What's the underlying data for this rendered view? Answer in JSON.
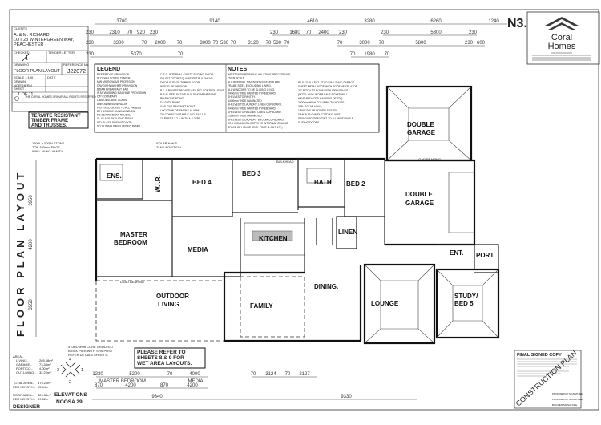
{
  "sheet_code": "N3.",
  "side_title": "FLOOR PLAN LAYOUT",
  "title_block": {
    "clients_label": "CLIENTS",
    "client_name": "A. & M. RICHARD",
    "address_line1": "LOT 23 WINTERGREEN WAY,",
    "address_line2": "PEACHESTER",
    "checked_label": "CHECKED",
    "tender_letter_label": "TENDER LETTER",
    "drawing_label": "DRAWING",
    "drawing_value": "FLOOR PLAN LAYOUT",
    "reference_label": "REFERENCE No.",
    "reference_value": "J22072",
    "scale": "SCALE 1:100",
    "drawn": "DRAWN",
    "date": "DATE",
    "region": "NORTHERN",
    "sheet_label": "SHEET",
    "sheet_value": "1 OF 11",
    "copyright": "THE CORAL HOMES GROUP ALL RIGHTS RESERVED"
  },
  "termite_notice": [
    "TERMITE RESISTANT",
    "TIMBER FRAME",
    "AND TRUSSES."
  ],
  "legend": {
    "title": "LEGEND",
    "items_left": [
      "REF  FRIDGE PROVISION",
      "W.O.  WALL OVEN TOWER",
      "MW  MICROWAVE PROVISION",
      "D/W  DISHWASHER PROVISION",
      "B/BAR  BREAKFAST BAR",
      "W.M.  WASHING MACHINE PROVISION",
      "C/P  CORNPAPY",
      "OBS  OBSCURE GLASS",
      "AWN  AWNING WINDOW",
      "F/G  FIXED GLASS TO ALL PANELS",
      "D/H  DOUBLE HUNG WINDOW",
      "PB  SET WINDOW REVEAL",
      "SL  GLASS SKYLIGHT PANEL",
      "S/D  GLASS SLIDING DOOR",
      "SD  SLIDING PANEL/ FIXED PANEL"
    ],
    "items_right": [
      "C.S.D.  INTERNAL CAVITY SLIDING DOOR",
      "SQ SET  DOOR SQUARE SET BULKHEAD",
      "DOOR  SIZE OF TIMBER DOOR",
      "W  SIZE OF WINDOW",
      "P.C.J.  PLASTERBOARD CEILING CONTROL JOINT",
      "R.B.M.  REFLECTIVE BUILDING MEMBRANE",
      "PH  PHONE POINT",
      "DA  DATA POINT",
      "GAS  GAS BAYONET POINT",
      "  LOCATION OF SMOKE ALARM",
      "  TO COMPLY WITH B.C.A CLASS 1 &",
      "  10 PART 3.7.2 & WITH A.S 3786"
    ]
  },
  "notes": {
    "title": "NOTES",
    "lines_left": [
      "WRITTEN DIMENSIONS WILL TAKE PRECEDENCE",
      "OVER SCALE.",
      "ALL INTERNAL DIMENSIONS STATED ARE",
      "FRAME SIZE - EXCLUDING LINING.",
      "ALL WINDOWS TO BE SLIDING U.N.O.",
      "4/450mm WIDE PAINTED PYNEBOARD",
      "SHELVES TO PANTRY.",
      "4/450mm WIDE LAMINATED",
      "SHELVES TO LAUNDRY LINEN CUPBOARD.",
      "4/450mm WIDE PAINTED PYNEBOARD",
      "SHELVES TO HALLWAY LINEN CUPBOARD.",
      "1/300mm WIDE LAMINATED",
      "SHELVES TO LAUNDRY BROOM CUPBOARD.",
      "R2.5 INSULATION BATTS TO INTERNAL CEILING",
      "SPACE OF HOUSE (EXC. PORT. & OUT. LIV.)"
    ],
    "lines_right": [
      "R1.5 TO ALL EXT. STUD WALLS INC GARAGE.",
      "SHEET METAL ROOF WITH ROOF VENTILATOR.",
      "22° PITCH TO ROOF WITH 500W EAVES",
      "(NOTE: ANY UNDER EAVE BOXES WILL",
      "HAVE REDUCED HANGING DEPTH).",
      "2000mm HIGH COLUMNS TO HOUSE.",
      "305L SOLAR H.W.S.",
      "1.5kW SOLAR POWER SYSTEM",
      "DAIKIN 10.0kW DUCTED A/C UNIT",
      "STANDARD GREY TINT TO ALL WINDOWS &",
      "SLIDING DOORS."
    ]
  },
  "rooms": {
    "ens": "ENS.",
    "wir": "W.I.R.",
    "bed4": "BED 4",
    "bed3": "BED 3",
    "bath": "BATH",
    "bed2": "BED 2",
    "garage_upper": [
      "DOUBLE",
      "GARAGE"
    ],
    "garage_lower": [
      "DOUBLE",
      "GARAGE"
    ],
    "master": [
      "MASTER",
      "BEDROOM"
    ],
    "media": "MEDIA",
    "kitchen": "KITCHEN",
    "linen": "LINEN",
    "ent": "ENT.",
    "port": "PORT.",
    "outdoor": [
      "OUTDOOR",
      "LIVING"
    ],
    "dining": "DINING.",
    "family": "FAMILY",
    "lounge": "LOUNGE",
    "study": [
      "STUDY/",
      "BED 5"
    ]
  },
  "annotations": {
    "vanity": [
      "1500L x 500W STONE",
      "TOP 150mm EDGE",
      "WALL HUNG VANITY"
    ],
    "solar_hws": [
      "SOLAR H.W.S.",
      "TANK POSITION"
    ],
    "pier": [
      "470x470mm CORE GROUTED",
      "BRICK PIER WITH SHS POST",
      "REFER DETAILS SHEET 6."
    ],
    "load_bearing": "LOAD BEARING",
    "bulkhead": "BULKHEAD"
  },
  "dimensions": {
    "row1": [
      "3760",
      "9140",
      "4610",
      "3280",
      "6260",
      "1240"
    ],
    "row2": [
      "230",
      "2310",
      "70",
      "920",
      "230",
      "230",
      "1680",
      "70",
      "2400",
      "230",
      "230",
      "5800",
      "230"
    ],
    "row3": [
      "230",
      "3300",
      "70",
      "2000",
      "70",
      "3000",
      "70",
      "530",
      "70",
      "3120",
      "70",
      "530",
      "70",
      "70",
      "3000",
      "70",
      "5800",
      "230",
      "600"
    ],
    "row4": [
      "230",
      "5370",
      "70",
      "70",
      "1980",
      "70"
    ],
    "left": [
      "3950",
      "4200",
      "3550"
    ],
    "bottom1": [
      "1230",
      "5200",
      "70",
      "4000",
      "70",
      "3124",
      "70",
      "2127"
    ],
    "bottom_labels": [
      "MASTER BEDROOM",
      "MEDIA"
    ],
    "bottom2": [
      "870",
      "4200",
      "870",
      "4200"
    ],
    "bottom3": [
      "9340",
      "9330"
    ]
  },
  "areas": {
    "title": "AREA:-",
    "rows": [
      {
        "label": "LIVING:-",
        "value": "265.68m²"
      },
      {
        "label": "GARAGE:-",
        "value": "73.34m²"
      },
      {
        "label": "PORTICO:-",
        "value": "4.00m²"
      },
      {
        "label": "OUT.LIVING:-",
        "value": "32.22m²"
      }
    ],
    "total_area": {
      "label": "TOTAL AREA:-",
      "value": "375.20m²"
    },
    "per_length": {
      "label": "PER LENGTH:-",
      "value": "95.44m"
    },
    "roof_area": {
      "label": "ROOF AREA:-",
      "value": "424.58m²"
    },
    "roof_per_length": {
      "label": "PER LENGTH:-",
      "value": "99.52m"
    }
  },
  "elevations": {
    "label": "ELEVATIONS",
    "model": "NOOSA 29",
    "markers": [
      "1",
      "2",
      "3",
      "4"
    ]
  },
  "designer": "DESIGNER",
  "wet_area_notice": [
    "PLEASE REFER TO",
    "SHEETS 8 & 9 FOR",
    "WET AREA LAYOUTS."
  ],
  "logo": {
    "line1": "Coral",
    "line2": "Homes",
    "brand_color": "#3a3a3a"
  },
  "final_copy": {
    "title": "FINAL SIGNED COPY",
    "sig1": "PROPRIETOR SIGNATURE",
    "sig2": "PROPRIETOR SIGNATURE",
    "sig3": "BUILDER SIGNATURE",
    "stamp": "CONSTRUCTION PLAN"
  }
}
